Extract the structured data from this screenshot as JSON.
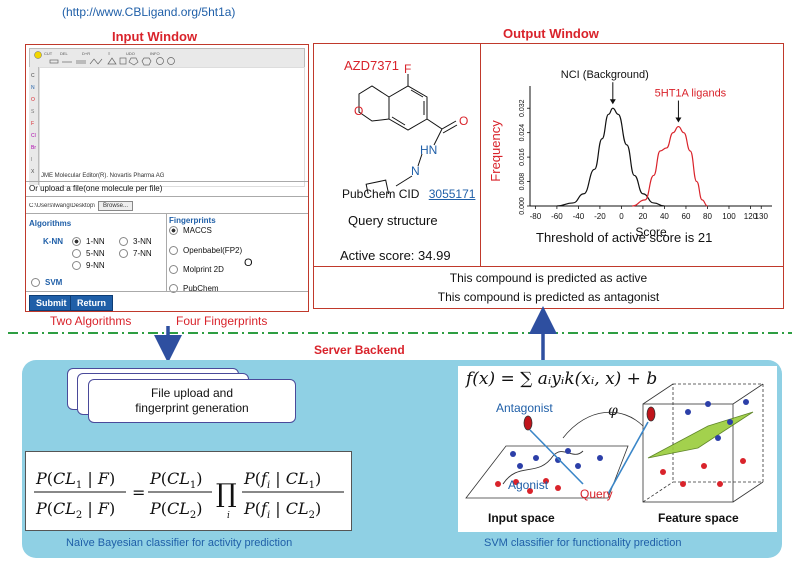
{
  "url": "(http://www.CBLigand.org/5ht1a)",
  "input_window": {
    "title": "Input Window",
    "editor_footer": "JME Molecular Editor(R). Novartis Pharma AG",
    "upload_label": "Or upload a file(one molecule per file)",
    "file_path": "C:\\Users\\lwang\\Desktop\\",
    "browse_label": "Browse...",
    "algorithms_label": "Algorithms",
    "knn_label": "K-NN",
    "knn_options": [
      "1-NN",
      "3-NN",
      "5-NN",
      "7-NN",
      "9-NN"
    ],
    "svm_label": "SVM",
    "fingerprints_label": "Fingerprints",
    "fingerprints": [
      "MACCS",
      "Openbabel(FP2)",
      "Molprint 2D",
      "PubChem"
    ],
    "submit_label": "Submit",
    "return_label": "Return"
  },
  "annotations": {
    "two_algorithms": "Two Algorithms",
    "four_fingerprints": "Four Fingerprints",
    "server_backend": "Server Backend"
  },
  "output_window": {
    "title": "Output Window",
    "compound_name": "AZD7371",
    "atom_F": "F",
    "atom_O": "O",
    "atom_HN": "HN",
    "atom_N": "N",
    "pubchem_label": "PubChem CID",
    "pubchem_cid": "3055171",
    "query_structure_label": "Query structure",
    "active_score": "Active score: 34.99",
    "threshold_text": "Threshold of active score is 21",
    "prediction_active": "This compound is predicted as active",
    "prediction_antagonist": "This compound is predicted as antagonist"
  },
  "chart_data": {
    "type": "line",
    "xlabel": "Score",
    "ylabel": "Frequency",
    "xlim": [
      -85,
      140
    ],
    "ylim": [
      0,
      0.036
    ],
    "xticks": [
      -80,
      -60,
      -40,
      -20,
      0,
      20,
      40,
      60,
      80,
      100,
      120,
      130
    ],
    "yticks": [
      "0.000",
      "0.008",
      "0.016",
      "0.024",
      "0.032"
    ],
    "series": [
      {
        "name": "NCI (Background)",
        "color": "#111111",
        "points": [
          [
            -60,
            0.0
          ],
          [
            -45,
            0.001
          ],
          [
            -35,
            0.004
          ],
          [
            -25,
            0.012
          ],
          [
            -18,
            0.022
          ],
          [
            -12,
            0.03
          ],
          [
            -8,
            0.032
          ],
          [
            -3,
            0.03
          ],
          [
            5,
            0.02
          ],
          [
            12,
            0.01
          ],
          [
            20,
            0.004
          ],
          [
            30,
            0.001
          ],
          [
            40,
            0.0
          ]
        ]
      },
      {
        "name": "5HT1A ligands",
        "color": "#d9232b",
        "points": [
          [
            10,
            0.0
          ],
          [
            22,
            0.002
          ],
          [
            30,
            0.01
          ],
          [
            36,
            0.018
          ],
          [
            42,
            0.019
          ],
          [
            48,
            0.024
          ],
          [
            53,
            0.026
          ],
          [
            58,
            0.024
          ],
          [
            64,
            0.018
          ],
          [
            70,
            0.008
          ],
          [
            75,
            0.002
          ],
          [
            80,
            0.0
          ]
        ]
      }
    ]
  },
  "backend": {
    "upload_box": "File upload and\nfingerprint generation",
    "nb_caption": "Naïve Bayesian classifier for activity prediction",
    "svm_caption": "SVM classifier for functionality prediction",
    "svm_equation": "f(x) = ∑ aᵢyᵢk(xᵢ, x) + b",
    "phi": "φ",
    "antagonist_label": "Antagonist",
    "agonist_label": "Agonist",
    "query_label": "Query",
    "input_space_label": "Input space",
    "feature_space_label": "Feature space"
  }
}
